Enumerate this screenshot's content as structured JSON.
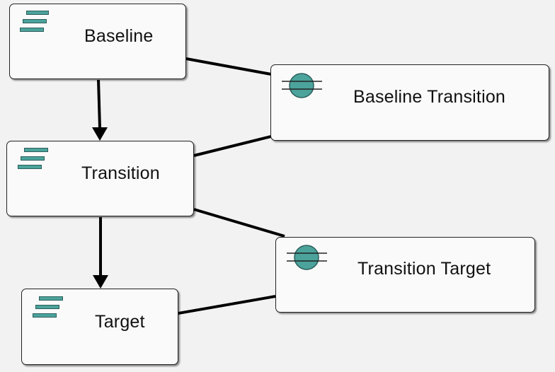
{
  "diagram": {
    "nodes": [
      {
        "id": "baseline",
        "label": "Baseline",
        "kind": "plateau",
        "icon": "plateau-icon"
      },
      {
        "id": "transition",
        "label": "Transition",
        "kind": "plateau",
        "icon": "plateau-icon"
      },
      {
        "id": "target",
        "label": "Target",
        "kind": "plateau",
        "icon": "plateau-icon"
      },
      {
        "id": "baseline-transition",
        "label": "Baseline Transition",
        "kind": "gap",
        "icon": "gap-icon"
      },
      {
        "id": "transition-target",
        "label": "Transition Target",
        "kind": "gap",
        "icon": "gap-icon"
      }
    ],
    "edges": [
      {
        "from": "baseline",
        "to": "transition",
        "type": "triggering-arrow"
      },
      {
        "from": "transition",
        "to": "target",
        "type": "triggering-arrow"
      },
      {
        "from": "baseline",
        "to": "baseline-transition",
        "type": "association"
      },
      {
        "from": "transition",
        "to": "baseline-transition",
        "type": "association"
      },
      {
        "from": "transition",
        "to": "transition-target",
        "type": "association"
      },
      {
        "from": "target",
        "to": "transition-target",
        "type": "association"
      }
    ],
    "colors": {
      "icon_fill": "#4ba39c",
      "icon_stroke": "#2b5e5a",
      "node_fill": "#fafafa",
      "node_border": "#222222",
      "connector": "#000000",
      "background": "#f2f2f2"
    }
  }
}
